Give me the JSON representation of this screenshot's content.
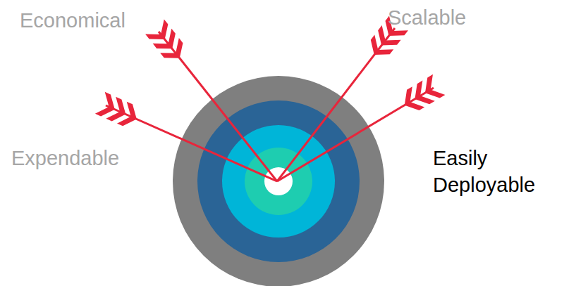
{
  "diagram": {
    "labels": [
      "Economical",
      "Scalable",
      "Expendable",
      "Easily Deployable"
    ]
  }
}
